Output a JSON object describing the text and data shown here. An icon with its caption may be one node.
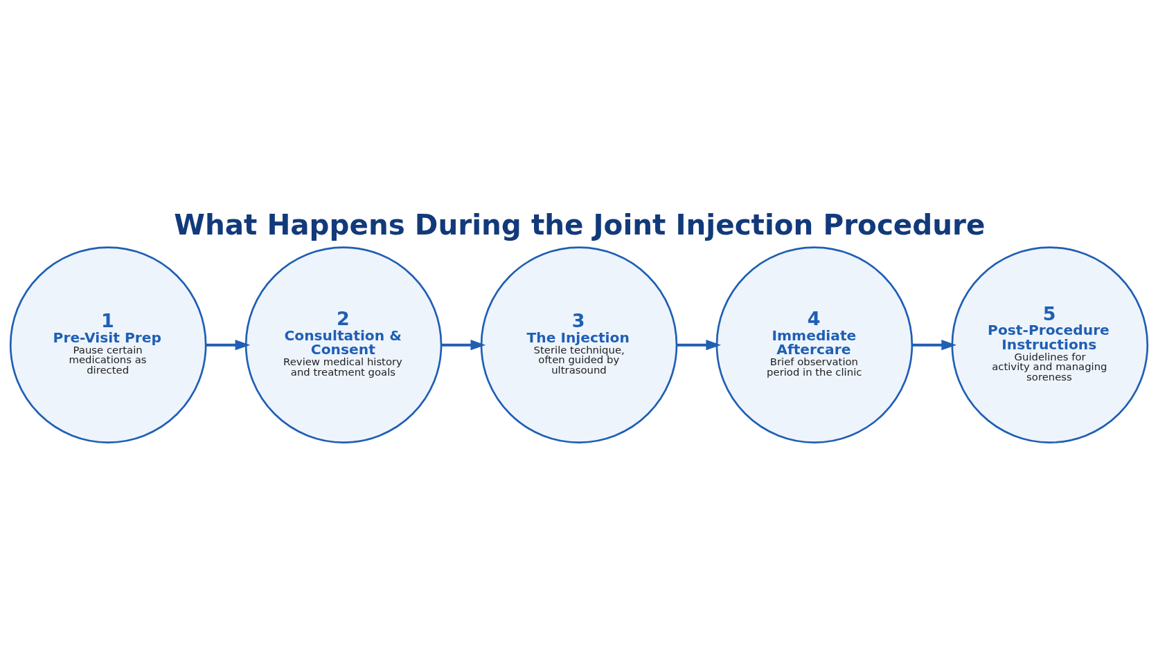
{
  "diagram": {
    "title": "What Happens During the Joint Injection Procedure",
    "nodes": [
      {
        "text": [
          "1",
          "Pre-Visit Prep",
          "Pause certain medications as directed"
        ]
      },
      {
        "text": [
          "2",
          "Consultation & Consent",
          "Review medical history and treatment goals"
        ]
      },
      {
        "text": [
          "3",
          "The Injection",
          "Sterile technique, often guided by ultrasound"
        ]
      },
      {
        "text": [
          "4",
          "Immediate Aftercare",
          "Brief observation period in the clinic"
        ]
      },
      {
        "text": [
          "5",
          "Post-Procedure Instructions",
          "Guidelines for activity and managing soreness"
        ]
      }
    ],
    "edges": [
      {
        "from": 0,
        "to": 1,
        "arrow": "to"
      },
      {
        "from": 1,
        "to": 2,
        "arrow": "to"
      },
      {
        "from": 2,
        "to": 3,
        "arrow": "to"
      },
      {
        "from": 3,
        "to": 4,
        "arrow": "to"
      }
    ]
  }
}
